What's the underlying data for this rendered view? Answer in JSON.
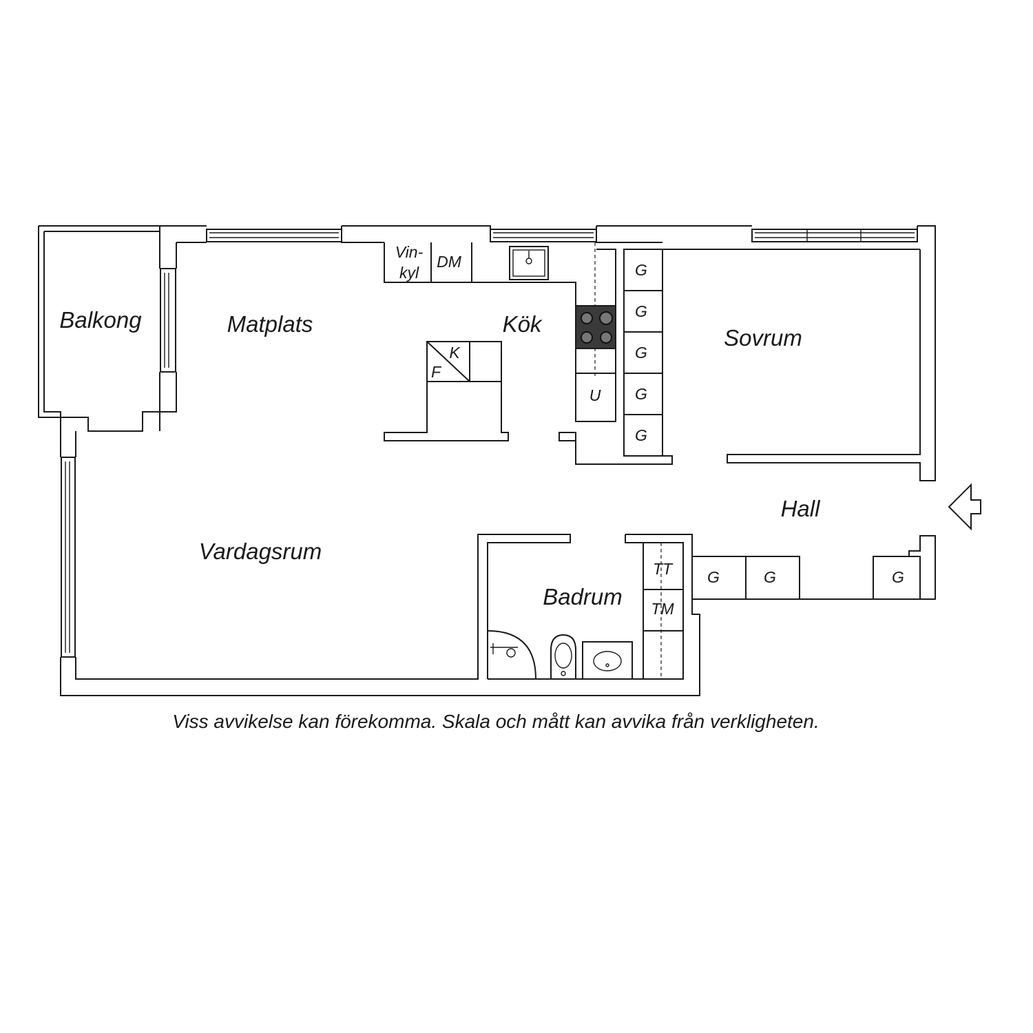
{
  "rooms": {
    "balkong": "Balkong",
    "matplats": "Matplats",
    "kok": "Kök",
    "sovrum": "Sovrum",
    "hall": "Hall",
    "vardagsrum": "Vardagsrum",
    "badrum": "Badrum"
  },
  "fixtures": {
    "vinkyl_line1": "Vin-",
    "vinkyl_line2": "kyl",
    "dm": "DM",
    "k": "K",
    "f": "F",
    "u": "U",
    "g": "G",
    "tt": "TT",
    "tm": "TM"
  },
  "icons": [
    "sink-icon",
    "stove-icon",
    "toilet-icon",
    "washbasin-icon",
    "shower-icon",
    "entrance-arrow-icon"
  ],
  "disclaimer": "Viss avvikelse kan förekomma. Skala och mått kan avvika från verkligheten."
}
